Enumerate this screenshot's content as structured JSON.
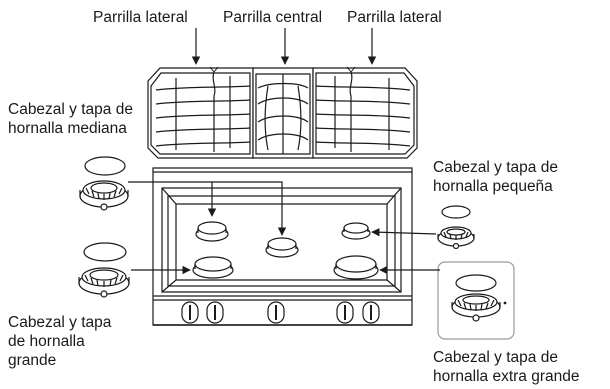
{
  "grates": {
    "left": "Parrilla lateral",
    "center": "Parrilla central",
    "right": "Parrilla lateral"
  },
  "burners": {
    "medium": {
      "line1": "Cabezal y tapa de",
      "line2": "hornalla mediana"
    },
    "small": {
      "line1": "Cabezal y tapa de",
      "line2": "hornalla pequeña"
    },
    "large": {
      "line1": "Cabezal y tapa",
      "line2": "de hornalla",
      "line3": "grande"
    },
    "extra_large": {
      "line1": "Cabezal y tapa de",
      "line2": "hornalla extra grande"
    }
  },
  "colors": {
    "stroke": "#1a1a1a",
    "fill": "#ffffff",
    "panel_border": "#9a9a9a"
  }
}
